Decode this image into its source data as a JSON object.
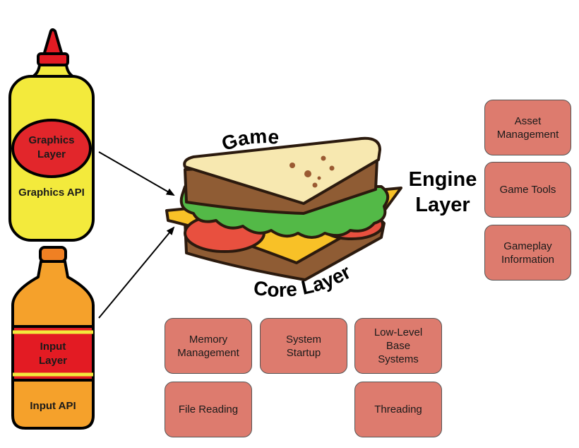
{
  "bottles": {
    "graphics": {
      "layer_line1": "Graphics",
      "layer_line2": "Layer",
      "api": "Graphics API"
    },
    "input": {
      "layer_line1": "Input",
      "layer_line2": "Layer",
      "api": "Input API"
    }
  },
  "sandwich": {
    "top_label": "Game",
    "bottom_label": "Core Layer"
  },
  "engine": {
    "line1": "Engine",
    "line2": "Layer"
  },
  "engine_boxes": [
    "Asset\nManagement",
    "Game Tools",
    "Gameplay\nInformation"
  ],
  "core_boxes": [
    "Memory\nManagement",
    "System\nStartup",
    "Low-Level\nBase\nSystems",
    "File Reading",
    "Threading"
  ],
  "colors": {
    "box_fill": "#dd7b6e",
    "box_border": "#555555",
    "mustard": "#f3ea3c",
    "ketchup_label": "#e2262b",
    "orange": "#f5a12b",
    "cap_red": "#e31b23",
    "dark_orange": "#f08023"
  }
}
